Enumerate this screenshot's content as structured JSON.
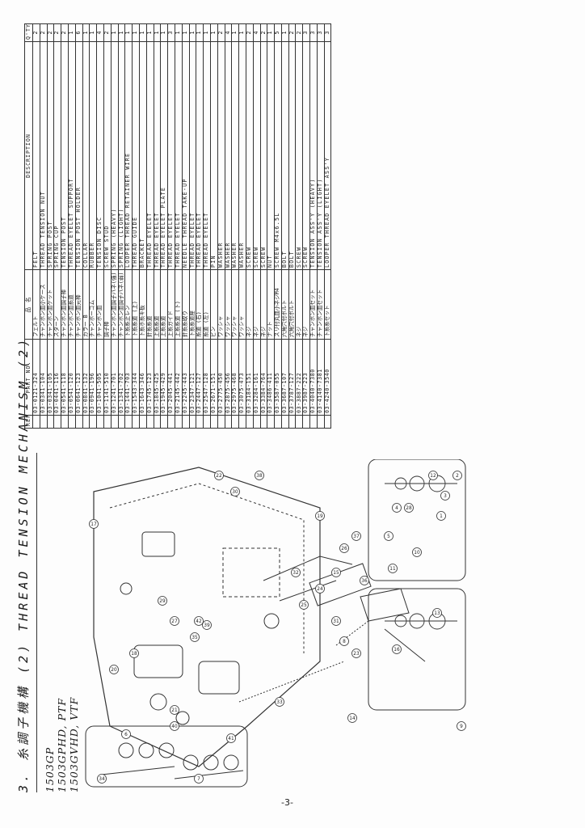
{
  "header": {
    "section_title": "3. 糸調子機構 (2)   THREAD TENSION MECHANISM (2)",
    "models": [
      "1503GP",
      "1503GPHD, PTF",
      "1503GVHD, VTF"
    ]
  },
  "page_number": "-3-",
  "parts_table": {
    "columns": [
      "REF NO.",
      "PART NO.",
      "品 名",
      "DESCRIPTION",
      "Q'TY"
    ],
    "rows": [
      [
        "",
        "03-0121-324",
        "フェルト",
        "FELT",
        "2"
      ],
      [
        "",
        "03-0341-104",
        "チャンポン皿小ケース",
        "THREAD TENSION NUT",
        "2"
      ],
      [
        "",
        "03-0341-105",
        "チャンポン皿ケット",
        "SPRING POST",
        "2"
      ],
      [
        "",
        "03-0441-116",
        "スターン",
        "SPRING CUP",
        "2"
      ],
      [
        "",
        "03-0541-118",
        "チャンポン皿調子棒",
        "TENSION POST",
        "2"
      ],
      [
        "",
        "03-0541-120",
        "チャンポン皿糸道",
        "THREAD EYELET SUPPORT",
        "1"
      ],
      [
        "",
        "03-0641-123",
        "チャンポン皿元棒",
        "TENSION POST HOLDER",
        "6"
      ],
      [
        "",
        "03-0841-132",
        "カラー B",
        "COLLAR",
        "1"
      ],
      [
        "",
        "03-0941-196",
        "チャンボーゴム",
        "RUBBER",
        "1"
      ],
      [
        "",
        "03-1041-505",
        "チャンポン皿",
        "TENSION DISC",
        "4"
      ],
      [
        "",
        "03-1141-510",
        "調子棒",
        "SCREW STUD",
        "2"
      ],
      [
        "",
        "03-1241-701",
        "チャンポン皿調子バネ(強)",
        "SPRING (HEAVY)",
        "1"
      ],
      [
        "",
        "03-1341-702",
        "チャンポン皿調子バネ(弱)",
        "SPRING (LIGHT)",
        "1"
      ],
      [
        "",
        "03-1441-703",
        "下糸糸止レン",
        "LOOPER THREAD RETAINER WIRE",
        "1"
      ],
      [
        "",
        "03-1543-344",
        "下糸糸道 (上)",
        "THREAD GUIDE",
        "1"
      ],
      [
        "",
        "03-1643-346",
        "下糸ホ糸キ板",
        "BRACKET",
        "1"
      ],
      [
        "",
        "03-1745-123",
        "針糸糸道",
        "THREAD EYELET",
        "1"
      ],
      [
        "",
        "03-1845-425",
        "上糸糸道",
        "THREAD EYELET",
        "1"
      ],
      [
        "",
        "03-1945-429",
        "上糸糸道",
        "THREAD EYELET PLATE",
        "1"
      ],
      [
        "",
        "03-2045-441",
        "上糸ガイド",
        "THREAD EYELET",
        "3"
      ],
      [
        "",
        "03-2145-442",
        "上糸糸道 (下)",
        "THREAD EYELET",
        "1"
      ],
      [
        "",
        "03-2245-443",
        "針糸糸取り",
        "NEEDLE THREAD TAKE-UP",
        "1"
      ],
      [
        "",
        "03-2347-121",
        "下糸糸道座",
        "THREAD EYELET",
        "1"
      ],
      [
        "",
        "03-2447-127",
        "糸道 (右)",
        "THREAD EYELET",
        "1"
      ],
      [
        "",
        "03-2547-128",
        "糸道 (左)",
        "THREAD EYELET",
        "1"
      ],
      [
        "",
        "03-2671-151",
        "ピン",
        "PIN",
        "1"
      ],
      [
        "",
        "03-2775-450",
        "ワッシャ",
        "WASHER",
        "2"
      ],
      [
        "",
        "03-2875-456",
        "ワッシャ",
        "WASHER",
        "4"
      ],
      [
        "",
        "03-2975-468",
        "ワッシャ",
        "WASHER",
        "1"
      ],
      [
        "",
        "03-3075-473",
        "ワッシャ",
        "WASHER",
        "1"
      ],
      [
        "",
        "03-3184-151",
        "ネジ",
        "SCREW",
        "2"
      ],
      [
        "",
        "03-3284-161",
        "ネジ",
        "SCREW",
        "4"
      ],
      [
        "",
        "03-3384-764",
        "ネジ",
        "SCREW",
        "2"
      ],
      [
        "",
        "03-3486-411",
        "ナット",
        "NUT",
        "1"
      ],
      [
        "",
        "03-3587-055",
        "スリ付丸皿小ネジM4",
        "SCREW M4x6.5L",
        "5"
      ],
      [
        "",
        "03-3687-107",
        "六角穴付ボルト",
        "BOLT",
        "1"
      ],
      [
        "",
        "03-3787-127",
        "六角穴付ボルト",
        "BOLT",
        "2"
      ],
      [
        "",
        "03-3887-222",
        "ネジ",
        "SCREW",
        "2"
      ],
      [
        "",
        "03-3987-223",
        "ネジ",
        "SCREW",
        "3"
      ],
      [
        "",
        "03-4040-7380",
        "チャンポン皿セット",
        "TENSION ASS'Y (HEAVY)",
        "3"
      ],
      [
        "",
        "03-4140-7381",
        "チャンポン皿セット",
        "TENSION ASS'Y (LIGHT)",
        "3"
      ],
      [
        "",
        "03-4240-3540",
        "下糸糸セット",
        "LOOPER THREAD EYELET ASS'Y",
        "3"
      ]
    ]
  },
  "diagram": {
    "callouts": [
      "1",
      "2",
      "3",
      "4",
      "5",
      "6",
      "7",
      "8",
      "9",
      "10",
      "11",
      "12",
      "13",
      "14",
      "15",
      "16",
      "17",
      "18",
      "19",
      "20",
      "21",
      "22",
      "23",
      "24",
      "25",
      "26",
      "27",
      "28",
      "29",
      "30",
      "31",
      "32",
      "33",
      "34",
      "35",
      "36",
      "37",
      "38",
      "39",
      "40",
      "41",
      "42"
    ]
  },
  "colors": {
    "ink": "#1a1a1a",
    "paper": "#fdfdfd",
    "line": "#333333"
  }
}
